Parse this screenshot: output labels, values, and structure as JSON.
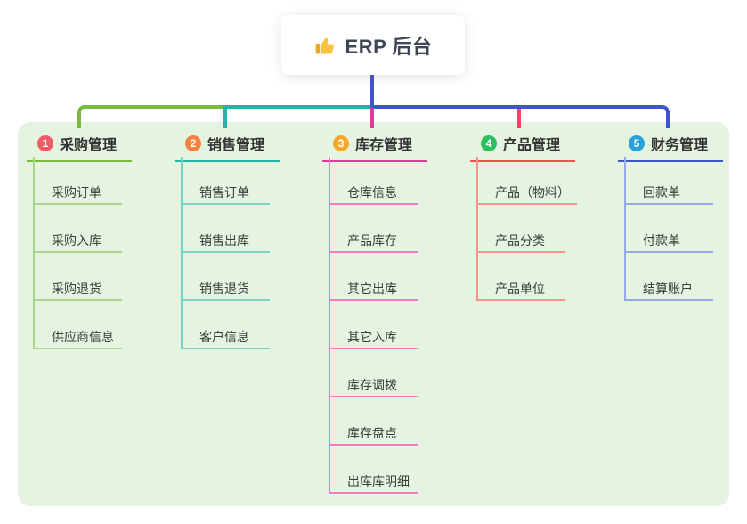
{
  "root": {
    "label": "ERP 后台",
    "icon": "thumbs-up"
  },
  "canvas": {
    "background": "#ffffff",
    "panel_color": "#e4f4e0"
  },
  "trunk_color": "#4254cb",
  "branches": [
    {
      "num": "1",
      "label": "采购管理",
      "badge_color": "#f15b68",
      "line_color": "#7cb93f",
      "drop_color": "#7cb93f",
      "light_color": "#a9d787",
      "children": [
        "采购订单",
        "采购入库",
        "采购退货",
        "供应商信息"
      ]
    },
    {
      "num": "2",
      "label": "销售管理",
      "badge_color": "#f7813e",
      "line_color": "#1fb7a6",
      "drop_color": "#1fb7a6",
      "light_color": "#7ad2c6",
      "children": [
        "销售订单",
        "销售出库",
        "销售退货",
        "客户信息"
      ]
    },
    {
      "num": "3",
      "label": "库存管理",
      "badge_color": "#f7a72c",
      "line_color": "#e03a9d",
      "drop_color": "#e03a9d",
      "light_color": "#f17cc1",
      "children": [
        "仓库信息",
        "产品库存",
        "其它出库",
        "其它入库",
        "库存调拨",
        "库存盘点",
        "出库库明细"
      ]
    },
    {
      "num": "4",
      "label": "产品管理",
      "badge_color": "#2ebf63",
      "line_color": "#ee5348",
      "drop_color": "#ee4563",
      "light_color": "#f6948c",
      "children": [
        "产品（物料）",
        "产品分类",
        "产品单位"
      ]
    },
    {
      "num": "5",
      "label": "财务管理",
      "badge_color": "#2aa1d8",
      "line_color": "#4254cb",
      "drop_color": "#4254cb",
      "light_color": "#97a9e6",
      "children": [
        "回款单",
        "付款单",
        "结算账户"
      ]
    }
  ]
}
